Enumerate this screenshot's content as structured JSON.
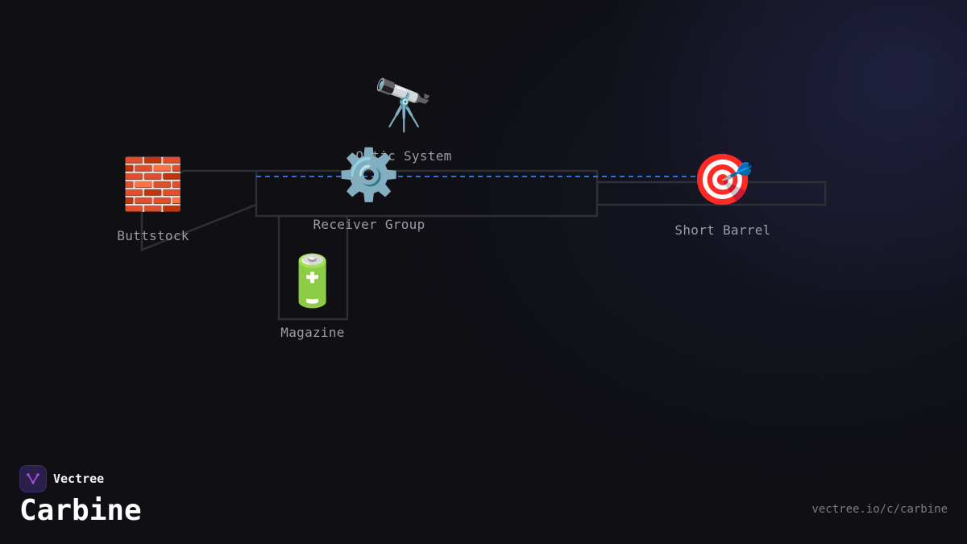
{
  "brand": {
    "name": "Vectree",
    "logo_icon": "vectree-logo-icon"
  },
  "page": {
    "title": "Carbine",
    "url": "vectree.io/c/carbine"
  },
  "colors": {
    "outline": "#2f3036",
    "link": "#2f6ee0",
    "label": "#9a9ca6",
    "logo": "#a64fd8"
  },
  "parts": [
    {
      "id": "optic",
      "label": "Optic System",
      "icon": "telescope-icon",
      "glyph": "🔭"
    },
    {
      "id": "buttstock",
      "label": "Buttstock",
      "icon": "brick-icon",
      "glyph": "🧱"
    },
    {
      "id": "receiver",
      "label": "Receiver Group",
      "icon": "gear-icon",
      "glyph": "⚙️"
    },
    {
      "id": "barrel",
      "label": "Short Barrel",
      "icon": "target-icon",
      "glyph": "🎯"
    },
    {
      "id": "magazine",
      "label": "Magazine",
      "icon": "battery-icon",
      "glyph": "🔋"
    }
  ]
}
